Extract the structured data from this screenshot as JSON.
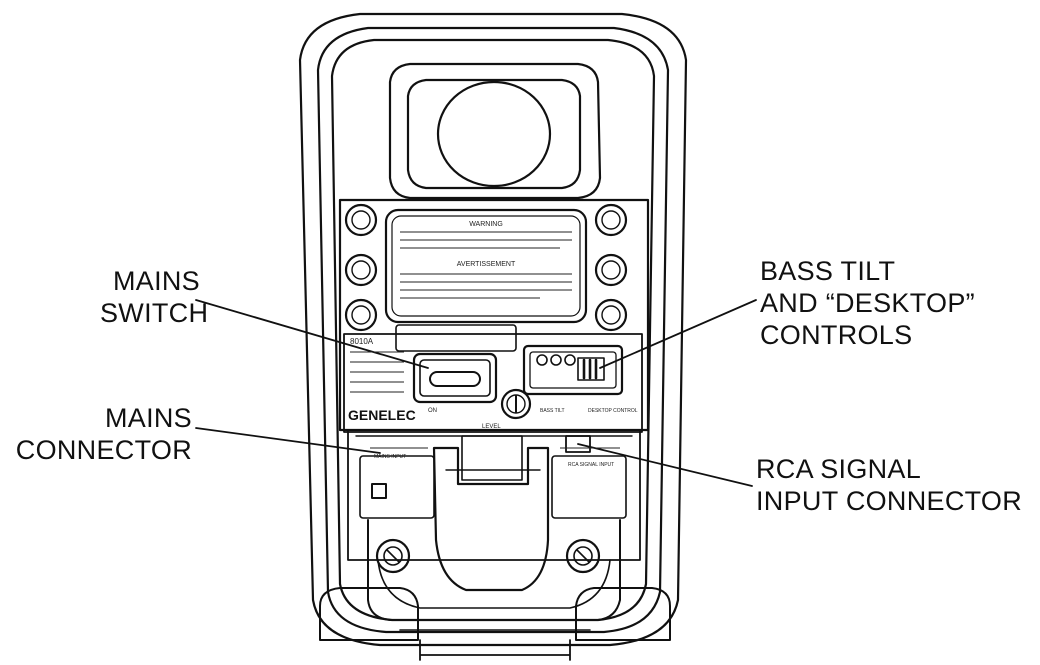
{
  "callouts": {
    "mains_switch": [
      "MAINS",
      "SWITCH"
    ],
    "mains_connector": [
      "MAINS",
      "CONNECTOR"
    ],
    "bass_tilt": [
      "BASS TILT",
      "AND “DESKTOP”",
      "CONTROLS"
    ],
    "rca_input": [
      "RCA SIGNAL",
      "INPUT CONNECTOR"
    ]
  },
  "panel": {
    "brand": "GENELEC",
    "model": "8010A",
    "warning_title": "WARNING",
    "warning_subtitle": "AVERTISSEMENT",
    "mains_input_label": "MAINS INPUT",
    "rca_label": "RCA SIGNAL INPUT",
    "level_label": "LEVEL",
    "on_label": "ON",
    "desktop_label": "DESKTOP CONTROL",
    "bass_label": "BASS TILT"
  },
  "colors": {
    "line": "#111111",
    "background": "#ffffff"
  }
}
